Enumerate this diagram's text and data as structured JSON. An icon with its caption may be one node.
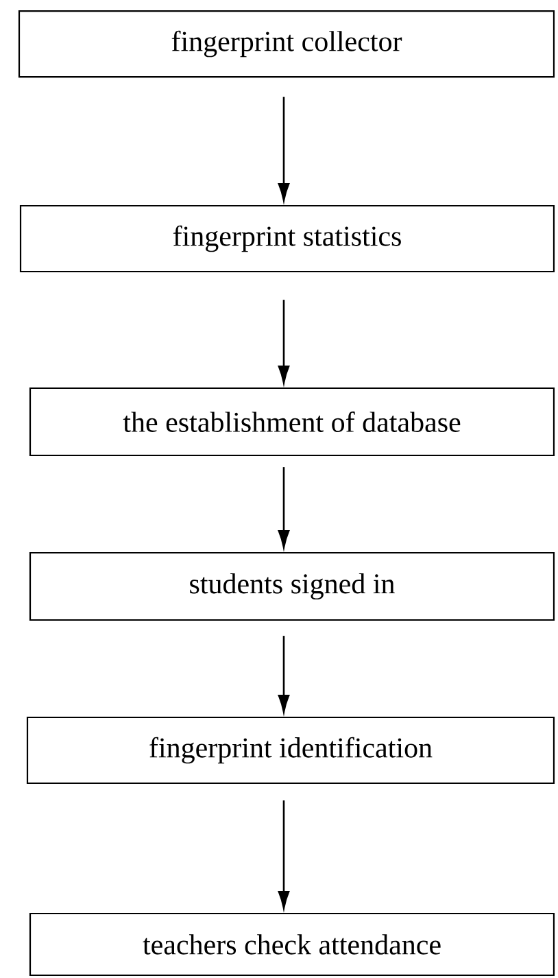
{
  "diagram": {
    "nodes": [
      {
        "text": [
          "fingerprint collector"
        ]
      },
      {
        "text": [
          "fingerprint statistics"
        ]
      },
      {
        "text": [
          "the establishment of database"
        ]
      },
      {
        "text": [
          "students signed in"
        ]
      },
      {
        "text": [
          "fingerprint identification"
        ]
      },
      {
        "text": [
          "teachers check attendance"
        ]
      }
    ],
    "edges": [
      {
        "from": 0,
        "to": 1,
        "arrow": "to"
      },
      {
        "from": 1,
        "to": 2,
        "arrow": "to"
      },
      {
        "from": 2,
        "to": 3,
        "arrow": "to"
      },
      {
        "from": 3,
        "to": 4,
        "arrow": "to"
      },
      {
        "from": 4,
        "to": 5,
        "arrow": "to"
      }
    ]
  }
}
